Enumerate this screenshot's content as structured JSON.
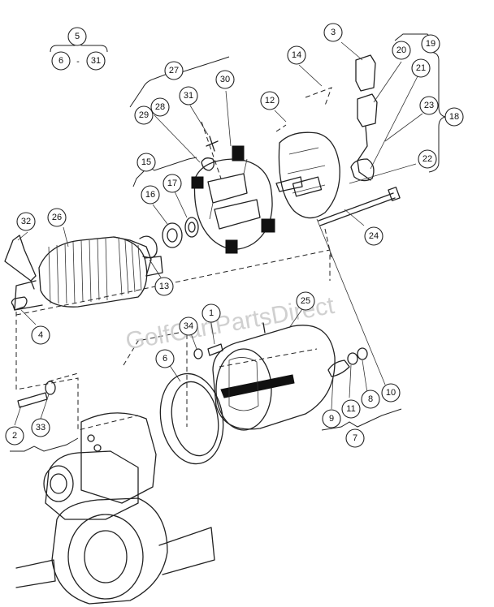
{
  "watermark": "GolfCartPartsDirect",
  "callouts": [
    {
      "id": "c5",
      "label": "5"
    },
    {
      "id": "c6a",
      "label": "6"
    },
    {
      "id": "dash",
      "label": "-"
    },
    {
      "id": "c31a",
      "label": "31"
    },
    {
      "id": "c3",
      "label": "3"
    },
    {
      "id": "c19",
      "label": "19"
    },
    {
      "id": "c20",
      "label": "20"
    },
    {
      "id": "c21",
      "label": "21"
    },
    {
      "id": "c14",
      "label": "14"
    },
    {
      "id": "c27",
      "label": "27"
    },
    {
      "id": "c30",
      "label": "30"
    },
    {
      "id": "c31",
      "label": "31"
    },
    {
      "id": "c28",
      "label": "28"
    },
    {
      "id": "c29",
      "label": "29"
    },
    {
      "id": "c12",
      "label": "12"
    },
    {
      "id": "c23",
      "label": "23"
    },
    {
      "id": "c18",
      "label": "18"
    },
    {
      "id": "c22",
      "label": "22"
    },
    {
      "id": "c15",
      "label": "15"
    },
    {
      "id": "c16",
      "label": "16"
    },
    {
      "id": "c17",
      "label": "17"
    },
    {
      "id": "c32",
      "label": "32"
    },
    {
      "id": "c26",
      "label": "26"
    },
    {
      "id": "c24",
      "label": "24"
    },
    {
      "id": "c13",
      "label": "13"
    },
    {
      "id": "c25",
      "label": "25"
    },
    {
      "id": "c1",
      "label": "1"
    },
    {
      "id": "c34",
      "label": "34"
    },
    {
      "id": "c4",
      "label": "4"
    },
    {
      "id": "c6",
      "label": "6"
    },
    {
      "id": "c10",
      "label": "10"
    },
    {
      "id": "c8",
      "label": "8"
    },
    {
      "id": "c11",
      "label": "11"
    },
    {
      "id": "c9",
      "label": "9"
    },
    {
      "id": "c2",
      "label": "2"
    },
    {
      "id": "c33",
      "label": "33"
    },
    {
      "id": "c7",
      "label": "7"
    }
  ]
}
